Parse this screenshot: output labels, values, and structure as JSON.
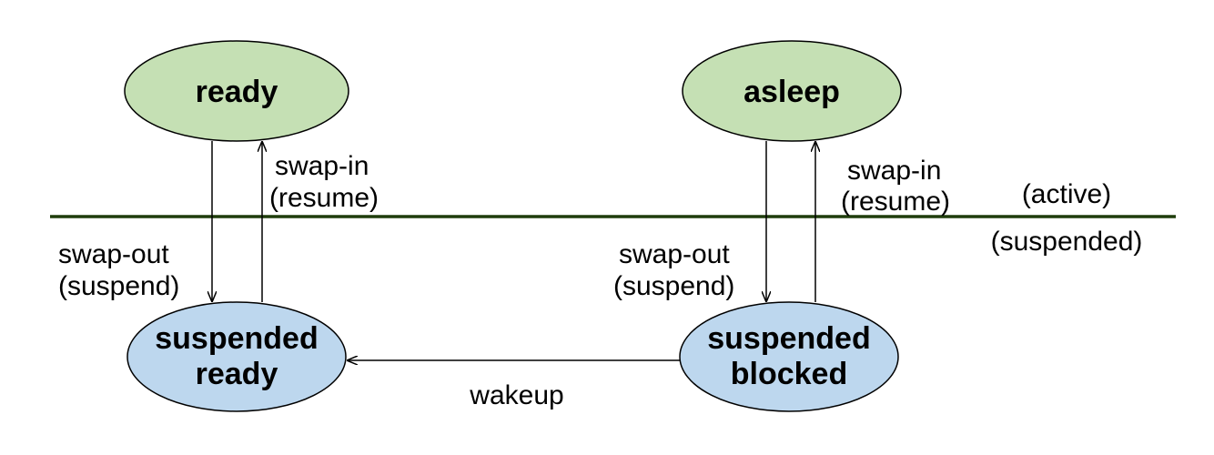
{
  "states": {
    "ready": "ready",
    "asleep": "asleep",
    "suspended_ready": [
      "suspended",
      "ready"
    ],
    "suspended_blocked": [
      "suspended",
      "blocked"
    ]
  },
  "transitions": {
    "ready_out": [
      "swap-out",
      "(suspend)"
    ],
    "ready_in": [
      "swap-in",
      "(resume)"
    ],
    "asleep_out": [
      "swap-out",
      "(suspend)"
    ],
    "asleep_in": [
      "swap-in",
      "(resume)"
    ],
    "wakeup": "wakeup"
  },
  "regions": {
    "active": "(active)",
    "suspended": "(suspended)"
  },
  "colors": {
    "active_fill": "#c5e0b4",
    "suspended_fill": "#bdd7ee",
    "divider": "#1f3d0c",
    "divider_glow": "#92d050"
  }
}
